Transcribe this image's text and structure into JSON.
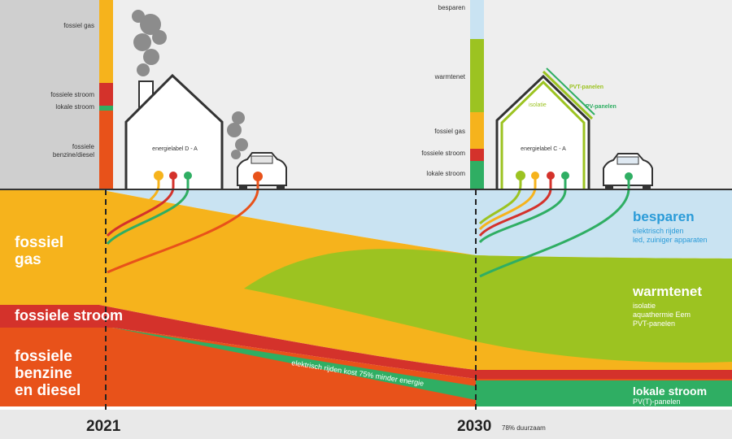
{
  "colors": {
    "fossiel_gas": "#f6b31c",
    "fossiele_stroom": "#d4322b",
    "benzine_diesel": "#e8521a",
    "besparen": "#c9e3f2",
    "warmtenet": "#9cc321",
    "lokale_stroom": "#2fae63",
    "axis_band": "#e9e9e9"
  },
  "left_bar": {
    "fossiel_gas": "fossiel gas",
    "fossiele_stroom": "fossiele stroom",
    "lokale_stroom": "lokale stroom",
    "fossiele_benzine_diesel": "fossiele\nbenzine/diesel"
  },
  "house_2021": {
    "label": "energielabel D - A"
  },
  "right_bar": {
    "besparen": "besparen",
    "warmtenet": "warmtenet",
    "fossiel_gas": "fossiel gas",
    "fossiele_stroom": "fossiele stroom",
    "lokale_stroom": "lokale stroom"
  },
  "house_2030": {
    "label": "energielabel C - A",
    "isolatie": "isolatie",
    "pvt_panelen": "PVT-panelen",
    "pv_panelen": "PV-panelen"
  },
  "flows_left": {
    "fossiel_gas": "fossiel\ngas",
    "fossiele_stroom": "fossiele stroom",
    "benzine_diesel": "fossiele\nbenzine\nen diesel"
  },
  "flow_annotation": "elektrisch rijden kost 75% minder energie",
  "flows_right": {
    "besparen_title": "besparen",
    "besparen_sub": "elektrisch rijden\nled, zuiniger apparaten",
    "warmtenet_title": "warmtenet",
    "warmtenet_sub": "isolatie\naquathermie Eem\nPVT-panelen",
    "lokale_stroom_title": "lokale stroom",
    "lokale_stroom_sub": "PV(T)-panelen"
  },
  "axis": {
    "year_2021": "2021",
    "year_2030": "2030",
    "duurzaam": "78% duurzaam"
  }
}
